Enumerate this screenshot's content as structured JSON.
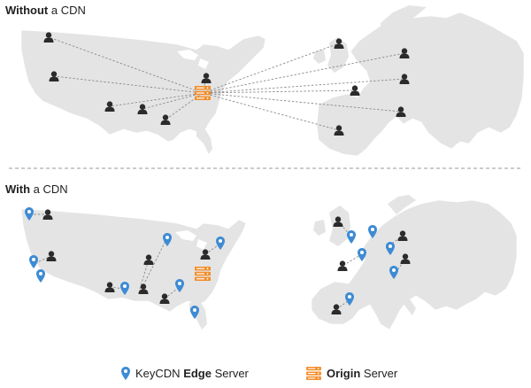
{
  "section_without": {
    "bold": "Without",
    "rest": " a CDN"
  },
  "section_with": {
    "bold": "With",
    "rest": " a CDN"
  },
  "legend": {
    "edge": {
      "prefix": "KeyCDN ",
      "bold": "Edge",
      "suffix": " Server",
      "icon": "map-pin-icon"
    },
    "origin": {
      "prefix": "",
      "bold": "Origin",
      "suffix": " Server",
      "icon": "server-icon"
    }
  },
  "colors": {
    "land": "#e4e4e4",
    "land_stroke": "#ffffff",
    "user": "#2b2b2b",
    "pin": "#3d8bd4",
    "origin": "#f28c28",
    "connector": "#8a8a8a",
    "divider": "#9a9a9a"
  }
}
